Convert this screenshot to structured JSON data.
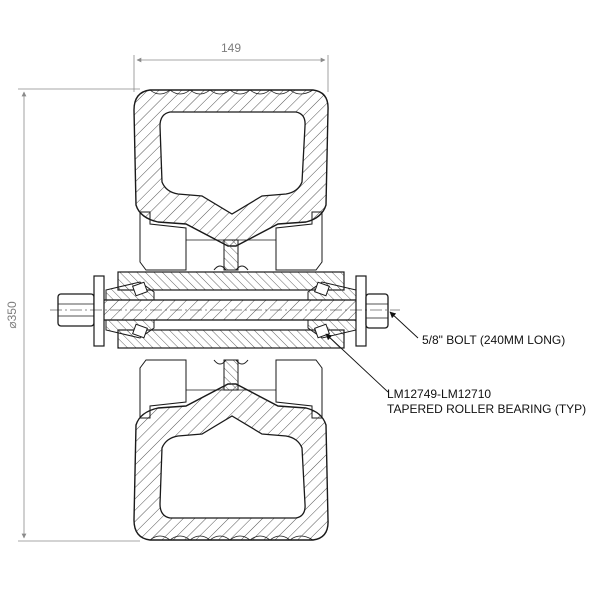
{
  "dimensions": {
    "width_value": "149",
    "diameter_value": "⌀350"
  },
  "callouts": {
    "bolt_label": "5/8\" BOLT (240MM LONG)",
    "bearing_part_number": "LM12749-LM12710",
    "bearing_description": "TAPERED ROLLER BEARING (TYP)"
  },
  "colors": {
    "line": "#1a1a1a",
    "dimension": "#8a8a8a",
    "hatch": "#555555"
  }
}
